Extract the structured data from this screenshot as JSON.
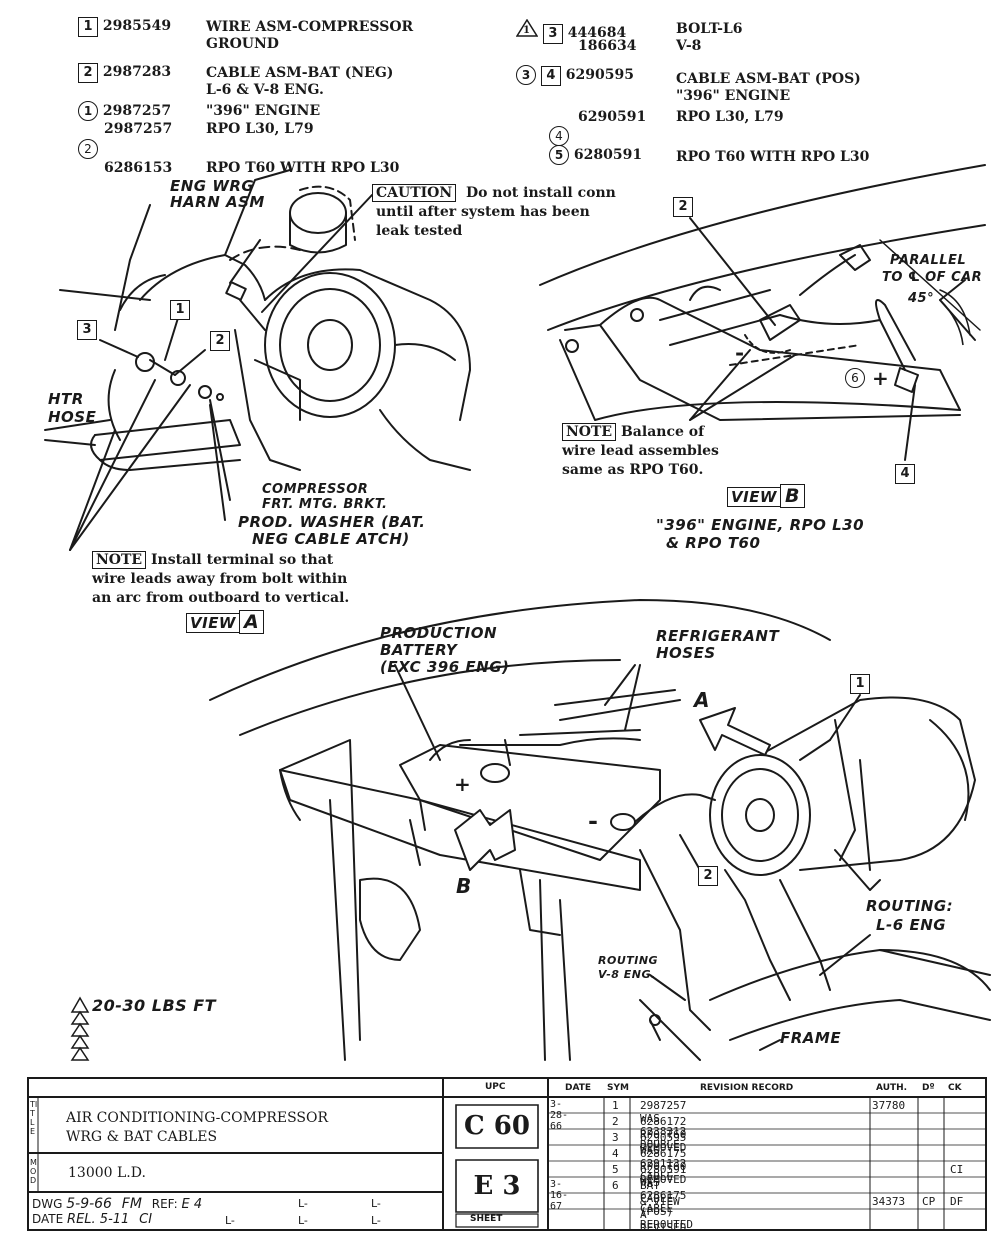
{
  "parts": [
    {
      "box": "1",
      "num": "2985549",
      "desc": "WIRE ASM-COMPRESSOR",
      "desc2": "GROUND"
    },
    {
      "box": "2",
      "num": "2987283",
      "desc": "CABLE ASM-BAT (NEG)",
      "desc2": "L-6 & V-8 ENG."
    },
    {
      "circle": "1",
      "num": "2987257",
      "desc": "\"396\" ENGINE"
    },
    {
      "num": "2987257",
      "desc": "RPO L30, L79"
    },
    {
      "circle": "2",
      "num": "6286153",
      "desc": "RPO T60 WITH RPO L30"
    },
    {
      "triangle": "1",
      "box": "3",
      "num": "444684",
      "num2": "186634",
      "desc": "BOLT-L6",
      "desc2": "V-8"
    },
    {
      "circle": "3",
      "box": "4",
      "num": "6290595",
      "desc": "CABLE ASM-BAT (POS)",
      "desc2": "\"396\" ENGINE"
    },
    {
      "circle": "4",
      "num": "6290591",
      "desc": "RPO L30, L79"
    },
    {
      "circle": "5",
      "num": "6280591",
      "desc": "RPO T60 WITH RPO  L30"
    }
  ],
  "caution": {
    "label": "CAUTION",
    "line1": "Do not install conn",
    "line2": "until after system has been",
    "line3": "leak tested"
  },
  "note_a": {
    "label": "NOTE",
    "line1": "Install terminal so that",
    "line2": "wire leads away from bolt within",
    "line3": "an arc from outboard to vertical."
  },
  "note_b": {
    "label": "NOTE",
    "line1": "Balance of",
    "line2": "wire lead assembles",
    "line3": "same as RPO T60."
  },
  "callouts": {
    "eng_wrg_1": "ENG WRG",
    "eng_wrg_2": "HARN ASM",
    "htr_1": "HTR",
    "htr_2": "HOSE",
    "comp_1": "COMPRESSOR",
    "comp_2": "FRT. MTG. BRKT.",
    "washer_1": "PROD. WASHER (BAT.",
    "washer_2": "NEG CABLE ATCH)",
    "parallel_1": "PARALLEL",
    "parallel_2": "TO ℄ OF CAR",
    "angle": "45°",
    "view_b_cap1": "\"396\" ENGINE, RPO L30",
    "view_b_cap2": "& RPO T60",
    "prod_batt_1": "PRODUCTION",
    "prod_batt_2": "BATTERY",
    "prod_batt_3": "(EXC 396 ENG)",
    "refrig_1": "REFRIGERANT",
    "refrig_2": "HOSES",
    "routing_1": "ROUTING:",
    "routing_2": "L-6 ENG",
    "routing_v8_1": "ROUTING",
    "routing_v8_2": "V-8 ENG.",
    "frame": "FRAME",
    "torque": "20-30 LBS FT",
    "arrow_a": "A",
    "arrow_b": "B",
    "plus": "+",
    "minus": "-"
  },
  "views": {
    "view_word": "VIEW",
    "a": "A",
    "b": "B"
  },
  "title_block": {
    "upc_label": "UPC",
    "date_label": "DATE",
    "sym_label": "SYM",
    "rev_label": "REVISION RECORD",
    "auth_label": "AUTH.",
    "dr_label": "Dº",
    "ck_label": "CK",
    "title_letters": "TITLE",
    "mod_letters": "MOD",
    "title1": "AIR CONDITIONING-COMPRESSOR",
    "title2": "WRG & BAT CABLES",
    "model": "13000 L.D.",
    "upc": "C 60",
    "sheet_no": "E 3",
    "sheet_label": "SHEET",
    "dwg_label": "DWG",
    "dwg_date": "5-9-66",
    "dwg_init": "FM",
    "ref_label": "REF:",
    "ref_val": "E 4",
    "date_row_label": "DATE",
    "rel": "REL. 5-11",
    "rel_init": "CI",
    "l_dash": "L-",
    "revisions": [
      {
        "date": "3-28-66",
        "sym": "1",
        "text": "2987257 WAS 6238312 DOUBLE",
        "auth": "37780",
        "dr": "",
        "ck": ""
      },
      {
        "date": "",
        "sym": "2",
        "text": "6286172 RPO T60 REMOVED",
        "auth": "",
        "dr": "",
        "ck": ""
      },
      {
        "date": "",
        "sym": "3",
        "text": "6290595 WAS 6291132 CABLE",
        "auth": "",
        "dr": "",
        "ck": ""
      },
      {
        "date": "",
        "sym": "4",
        "text": "6286175  RPO T60 REMOVED",
        "auth": "",
        "dr": "",
        "ck": ""
      },
      {
        "date": "",
        "sym": "5",
        "text": "6280591 WAS 6286175 CABLE",
        "auth": "",
        "dr": "",
        "ck": "CI"
      },
      {
        "date": "3-16-67",
        "sym": "6",
        "text": "BAT CABLE (POS) REROUTED",
        "auth": "",
        "dr": "",
        "ck": ""
      },
      {
        "date": "",
        "sym": "",
        "text": "& VIEW A  REVISED",
        "auth": "34373",
        "dr": "CP",
        "ck": "DF"
      }
    ]
  }
}
